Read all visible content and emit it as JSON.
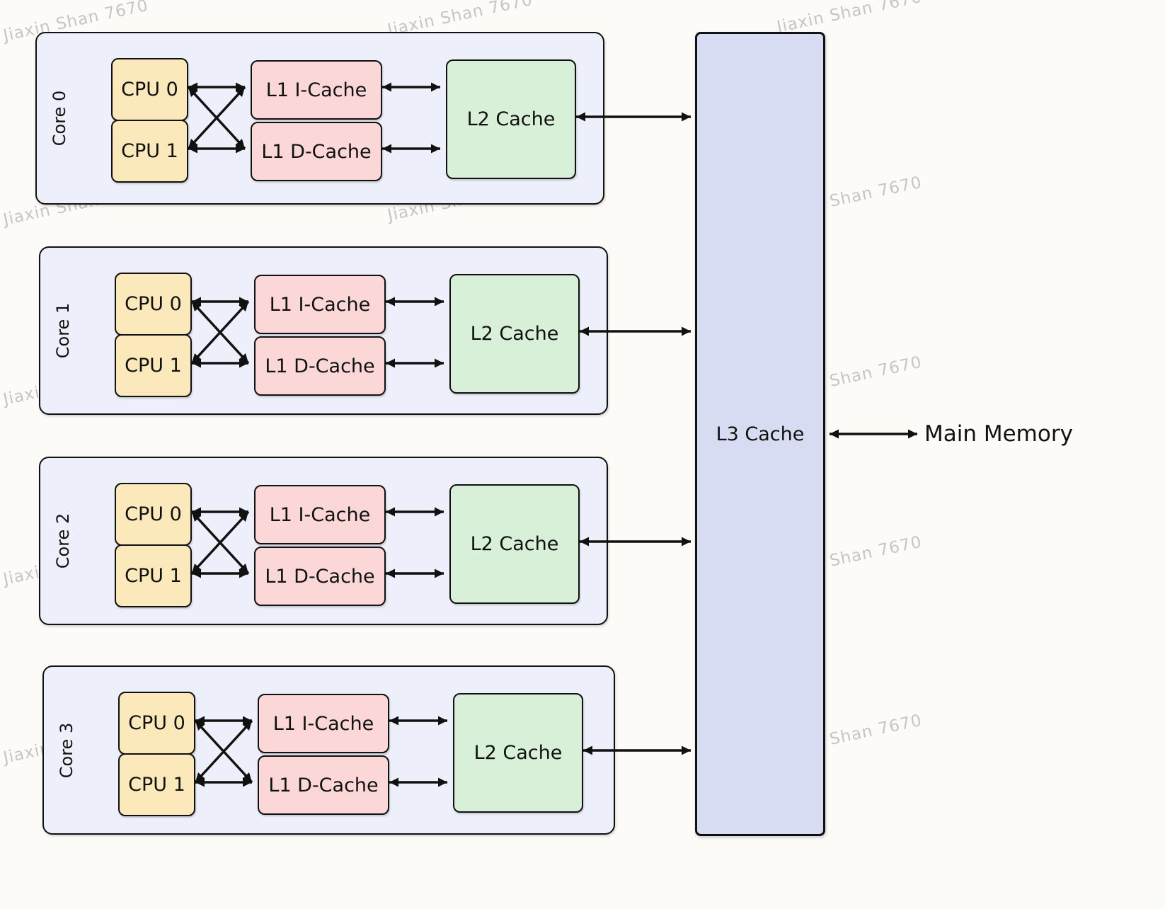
{
  "watermark": "Jiaxin Shan 7670",
  "cores": [
    {
      "label": "Core 0",
      "cpu0": "CPU 0",
      "cpu1": "CPU 1",
      "l1i": "L1 I-Cache",
      "l1d": "L1 D-Cache",
      "l2": "L2 Cache"
    },
    {
      "label": "Core 1",
      "cpu0": "CPU 0",
      "cpu1": "CPU 1",
      "l1i": "L1 I-Cache",
      "l1d": "L1 D-Cache",
      "l2": "L2 Cache"
    },
    {
      "label": "Core 2",
      "cpu0": "CPU 0",
      "cpu1": "CPU 1",
      "l1i": "L1 I-Cache",
      "l1d": "L1 D-Cache",
      "l2": "L2 Cache"
    },
    {
      "label": "Core 3",
      "cpu0": "CPU 0",
      "cpu1": "CPU 1",
      "l1i": "L1 I-Cache",
      "l1d": "L1 D-Cache",
      "l2": "L2 Cache"
    }
  ],
  "l3_cache": {
    "label": "L3 Cache"
  },
  "main_memory": {
    "label": "Main Memory"
  },
  "colors": {
    "canvas-bg": "#fcfbf8",
    "core-bg": "#edf0fa",
    "cpu-bg": "#fbe9bb",
    "l1-bg": "#fbd7d7",
    "l2-bg": "#d8efd8",
    "l3-bg": "#d8dcf2",
    "line": "#111111",
    "watermark": "#c5c5c5"
  }
}
